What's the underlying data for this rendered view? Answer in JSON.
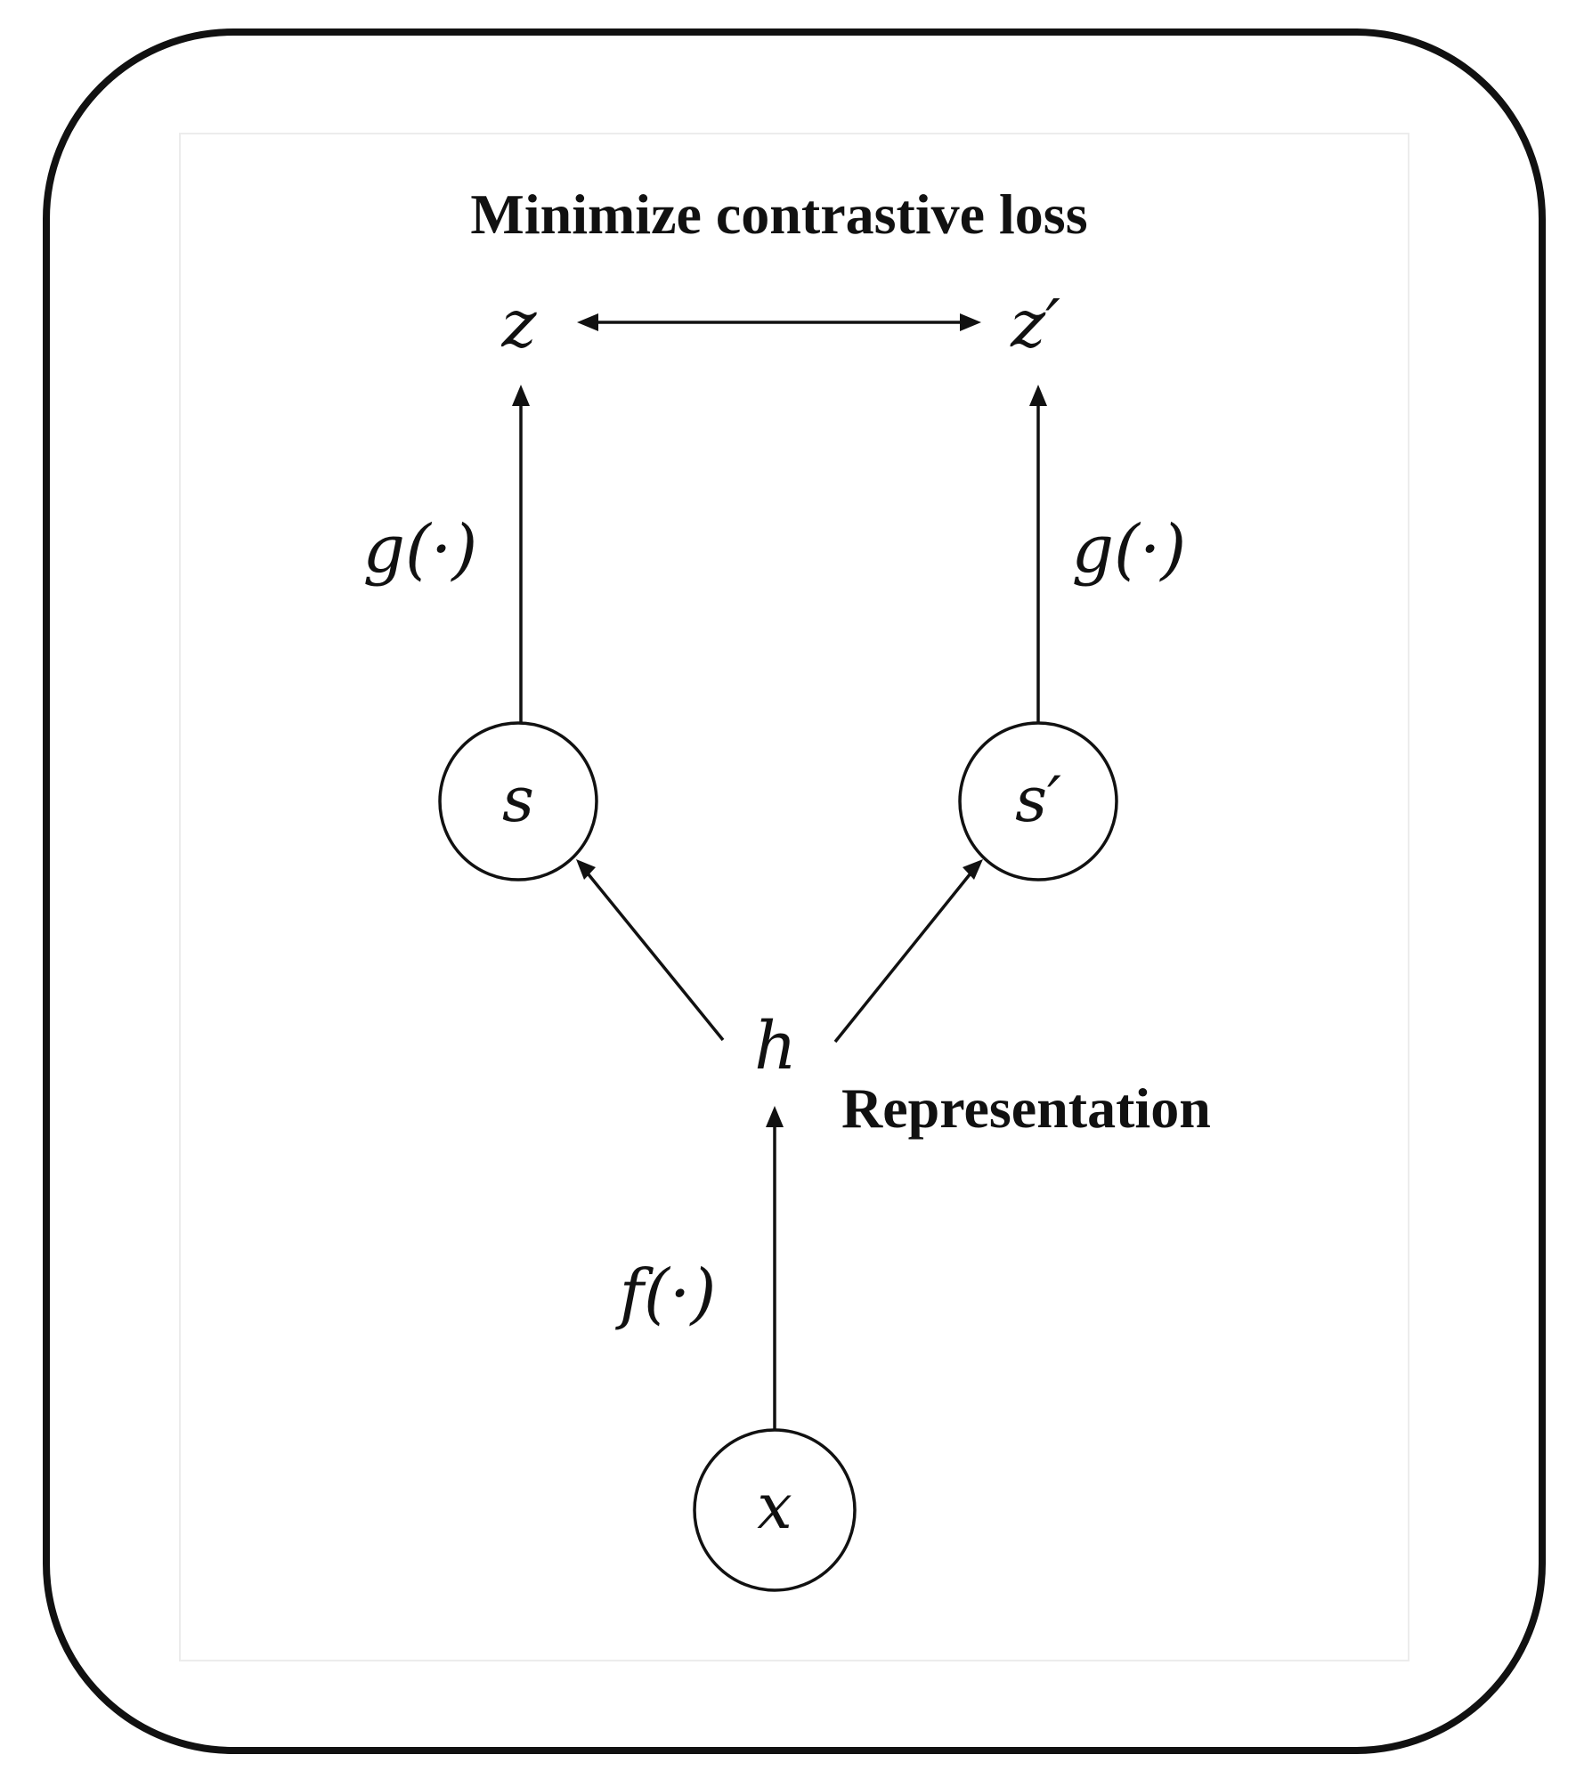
{
  "title": "Minimize contrastive loss",
  "representation_label": "Representation",
  "variables": {
    "z": "z",
    "z_prime": "z′",
    "s": "s",
    "s_prime": "s′",
    "h": "h",
    "x": "x"
  },
  "functions": {
    "g_left": "g(·)",
    "g_right": "g(·)",
    "f": "f(·)"
  }
}
